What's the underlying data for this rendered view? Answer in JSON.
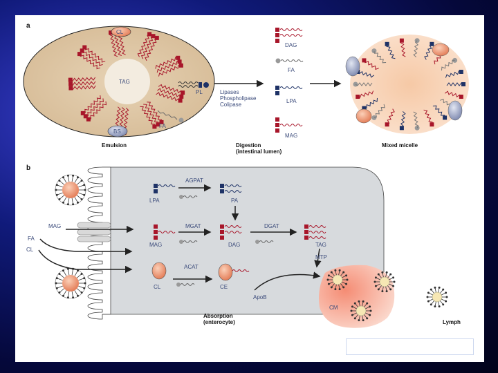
{
  "panel_a": {
    "letter": "a",
    "emulsion": {
      "cl": "CL",
      "tag": "TAG",
      "pl": "PL",
      "fa": "FA",
      "bs": "BS",
      "caption": "Emulsion"
    },
    "enzymes": [
      "Lipases",
      "Phospholipase",
      "Colipase"
    ],
    "digestion_products": [
      "DAG",
      "FA",
      "LPA",
      "MAG"
    ],
    "digestion_caption": [
      "Digestion",
      "(intestinal lumen)"
    ],
    "micelle_caption": "Mixed micelle"
  },
  "panel_b": {
    "letter": "b",
    "lumen_inputs": [
      "MAG",
      "FA",
      "CL"
    ],
    "enzymes": {
      "agpat": "AGPAT",
      "mgat": "MGAT",
      "dgat": "DGAT",
      "acat": "ACAT",
      "mtp": "MTP",
      "apob": "ApoB"
    },
    "lipids": {
      "lpa": "LPA",
      "pa": "PA",
      "mag": "MAG",
      "dag": "DAG",
      "tag": "TAG",
      "cl": "CL",
      "ce": "CE",
      "cm": "CM"
    },
    "absorption_caption": [
      "Absorption",
      "(enterocyte)"
    ],
    "lymph": "Lymph"
  },
  "colors": {
    "headgroup_red": "#a8162a",
    "headgroup_blue": "#1e3266",
    "emulsion_fill": "#dcc4a4",
    "cell_fill": "#d7dadd",
    "chylomicron": "#e8604a"
  }
}
